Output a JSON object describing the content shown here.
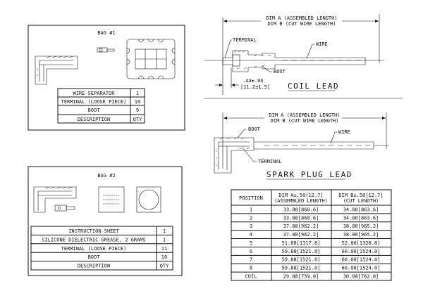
{
  "bag1": {
    "title": "BAG #1",
    "table": [
      {
        "description": "WIRE SEPARATOR",
        "qty": "1"
      },
      {
        "description": "TERMINAL (LOOSE PIECE)",
        "qty": "10"
      },
      {
        "description": "BOOT",
        "qty": "9"
      },
      {
        "description": "DESCRIPTION",
        "qty": "QTY"
      }
    ]
  },
  "bag2": {
    "title": "BAG #2",
    "table": [
      {
        "description": "INSTRUCTION SHEET",
        "qty": "1"
      },
      {
        "description": "SILICONE DIELECTRIC GREASE, 2 GRAMS",
        "qty": "1"
      },
      {
        "description": "TERMINAL (LOOSE PIECE)",
        "qty": "11"
      },
      {
        "description": "BOOT",
        "qty": "10"
      },
      {
        "description": "DESCRIPTION",
        "qty": "QTY"
      }
    ]
  },
  "coil_lead": {
    "title": "COIL LEAD",
    "dim_a": "DIM A (ASSEMBLED LENGTH)",
    "dim_b": "DIM B (CUT WIRE LENGTH)",
    "terminal": "TERMINAL",
    "wire": "WIRE",
    "boot": "BOOT",
    "tol_in": ".44±.06",
    "tol_mm": "[11.2±1.5]"
  },
  "spark_plug_lead": {
    "title": "SPARK PLUG LEAD",
    "dim_a": "DIM A (ASSEMBLED LENGTH)",
    "dim_b": "DIM B (CUT WIRE LENGTH)",
    "boot": "BOOT",
    "wire": "WIRE",
    "terminal": "TERMINAL"
  },
  "length_table": {
    "headers": [
      [
        "POSITION",
        ""
      ],
      [
        "DIM A±.50[12.7]",
        "(ASSEMBLED LENGTH)"
      ],
      [
        "DIM B±.50[12.7]",
        "(CUT LENGTH)"
      ]
    ],
    "rows": [
      [
        "1",
        "33.88[860.6]",
        "34.00[863.6]"
      ],
      [
        "2",
        "33.88[860.6]",
        "34.00[863.6]"
      ],
      [
        "3",
        "37.88[962.2]",
        "38.00[965.2]"
      ],
      [
        "4",
        "37.88[962.2]",
        "38.00[965.2]"
      ],
      [
        "5",
        "51.88[1317.8]",
        "52.00[1320.8]"
      ],
      [
        "6",
        "59.88[1521.0]",
        "60.00[1524.0]"
      ],
      [
        "7",
        "59.88[1521.0]",
        "60.00[1524.0]"
      ],
      [
        "8",
        "59.88[1521.0]",
        "60.00[1524.0]"
      ],
      [
        "COIL",
        "29.88[759.0]",
        "30.00[762.0]"
      ]
    ]
  }
}
